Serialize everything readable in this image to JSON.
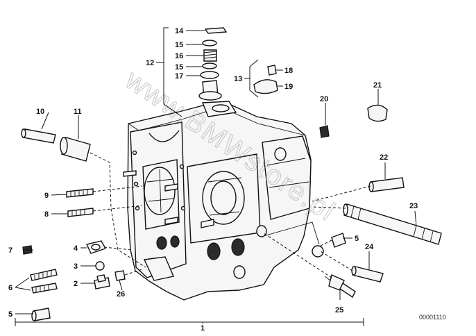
{
  "watermark": "www.BMWstore.pl",
  "drawing_number": "00001110",
  "callouts": {
    "c1": "1",
    "c2": "2",
    "c3": "3",
    "c4": "4",
    "c5a": "5",
    "c5b": "5",
    "c6": "6",
    "c7": "7",
    "c8": "8",
    "c9": "9",
    "c10": "10",
    "c11": "11",
    "c12": "12",
    "c13": "13",
    "c14": "14",
    "c15a": "15",
    "c15b": "15",
    "c16": "16",
    "c17": "17",
    "c18": "18",
    "c19": "19",
    "c20": "20",
    "c21": "21",
    "c22": "22",
    "c23": "23",
    "c24": "24",
    "c25": "25",
    "c26": "26"
  }
}
